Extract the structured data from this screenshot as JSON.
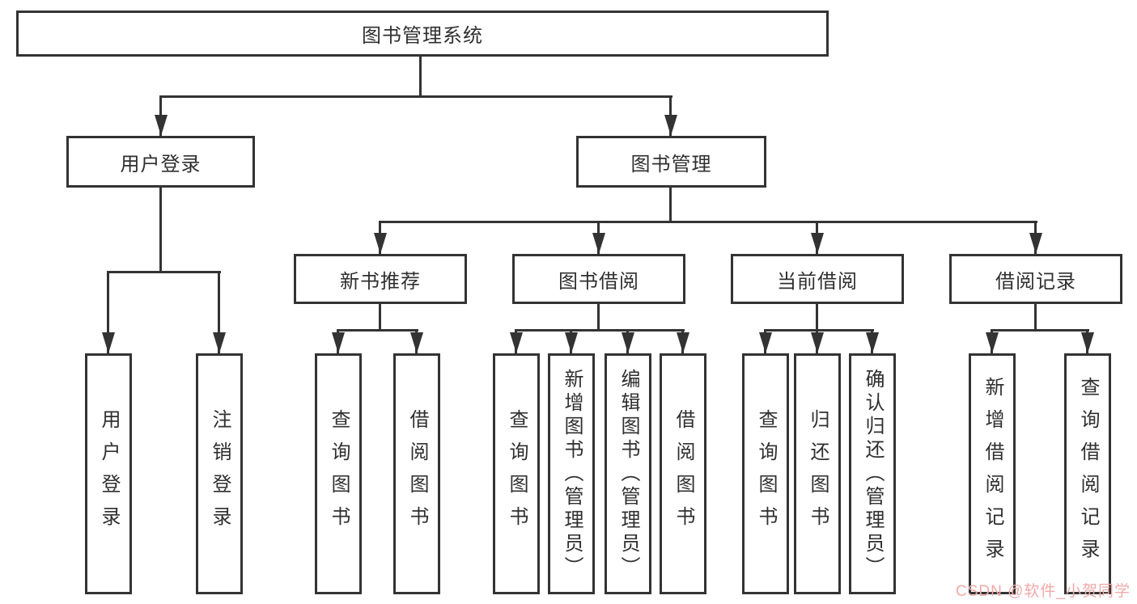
{
  "diagram": {
    "root": {
      "label": "图书管理系统"
    },
    "level2": [
      {
        "label": "用户登录"
      },
      {
        "label": "图书管理"
      }
    ],
    "level3": [
      {
        "label": "新书推荐"
      },
      {
        "label": "图书借阅"
      },
      {
        "label": "当前借阅"
      },
      {
        "label": "借阅记录"
      }
    ],
    "leaves": [
      {
        "label": "用户登录"
      },
      {
        "label": "注销登录"
      },
      {
        "label": "查询图书"
      },
      {
        "label": "借阅图书"
      },
      {
        "label": "查询图书"
      },
      {
        "label": "新增图书（管理员）"
      },
      {
        "label": "编辑图书（管理员）"
      },
      {
        "label": "借阅图书"
      },
      {
        "label": "查询图书"
      },
      {
        "label": "归还图书"
      },
      {
        "label": "确认归还（管理员）"
      },
      {
        "label": "新增借阅记录"
      },
      {
        "label": "查询借阅记录"
      }
    ]
  },
  "watermark": {
    "text": "CSDN @软件_小贺同学"
  },
  "colors": {
    "line": "#333333",
    "text": "#2f2f2f",
    "watermark": "#efa9a8",
    "background": "#ffffff"
  }
}
